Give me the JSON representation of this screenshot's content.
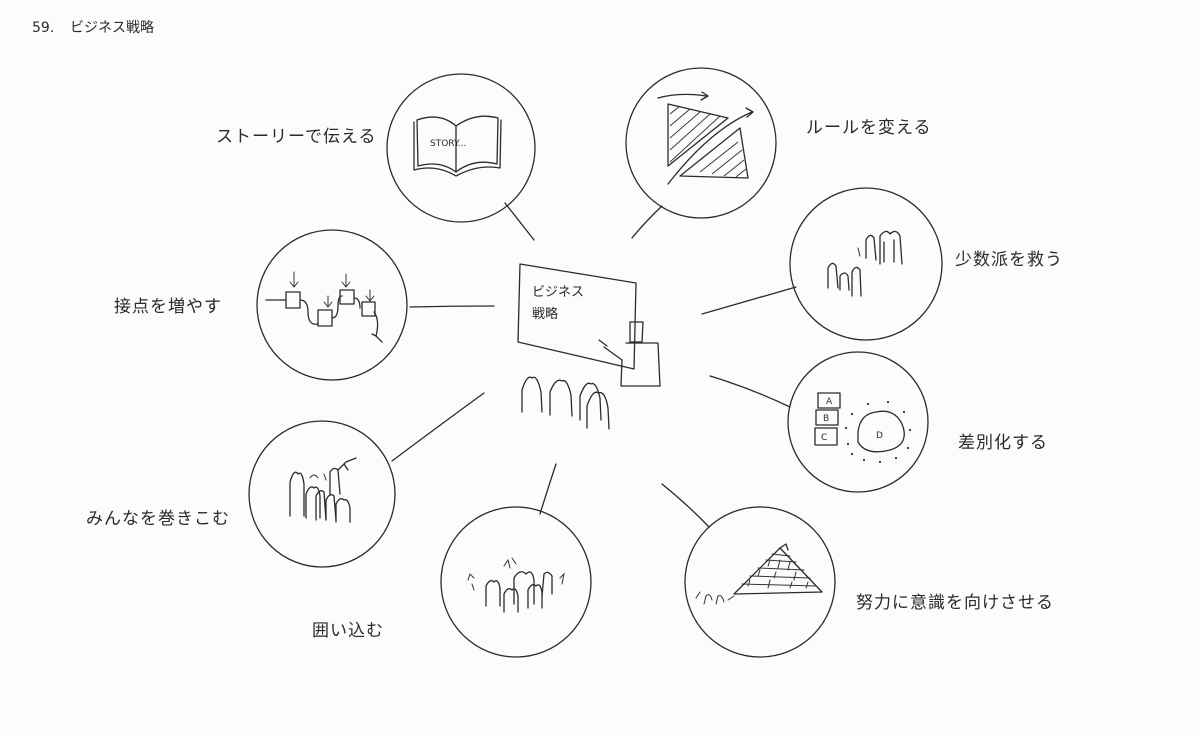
{
  "header": {
    "number": "59.",
    "title": "ビジネス戦略"
  },
  "center": {
    "board_line1": "ビジネス",
    "board_line2": "戦略"
  },
  "nodes": [
    {
      "label": "ストーリーで伝える",
      "icon": "book-icon",
      "icon_text": "STORY..."
    },
    {
      "label": "ルールを変える",
      "icon": "rule-change-icon"
    },
    {
      "label": "少数派を救う",
      "icon": "minority-icon"
    },
    {
      "label": "差別化する",
      "icon": "differentiation-icon",
      "icon_text": [
        "A",
        "B",
        "C",
        "D"
      ]
    },
    {
      "label": "努力に意識を向けさせる",
      "icon": "pyramid-icon"
    },
    {
      "label": "囲い込む",
      "icon": "enclose-icon"
    },
    {
      "label": "みんなを巻きこむ",
      "icon": "involve-icon"
    },
    {
      "label": "接点を増やす",
      "icon": "touchpoint-icon"
    }
  ]
}
